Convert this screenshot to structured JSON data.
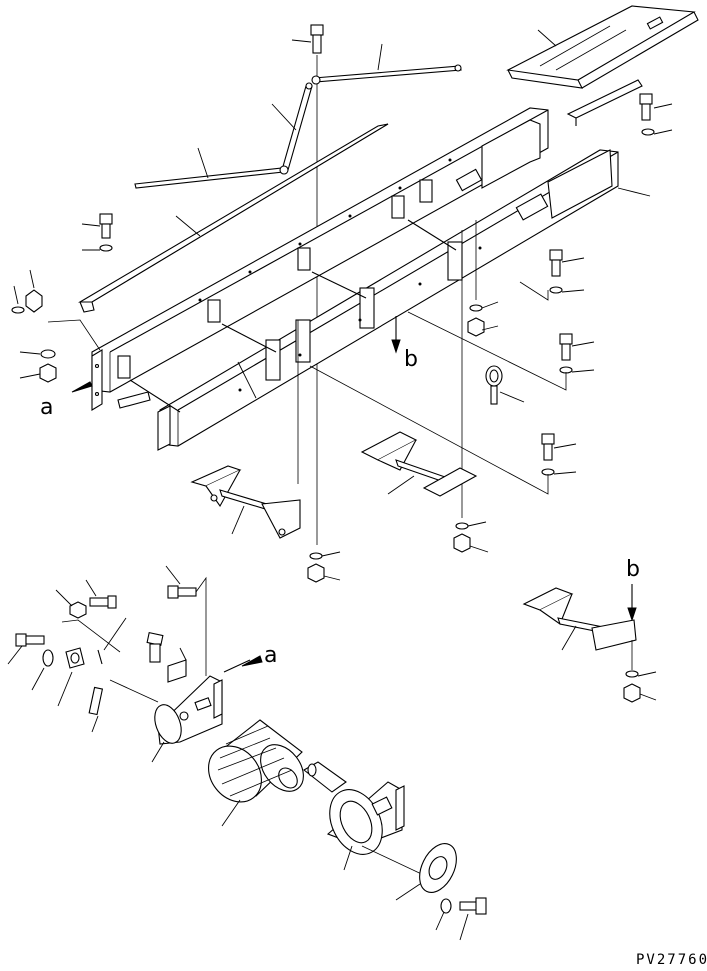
{
  "labels": {
    "a_frame": "a",
    "a_guard": "a",
    "b_frame": "b",
    "b_bracket": "b"
  },
  "drawing_code": "PV27760"
}
